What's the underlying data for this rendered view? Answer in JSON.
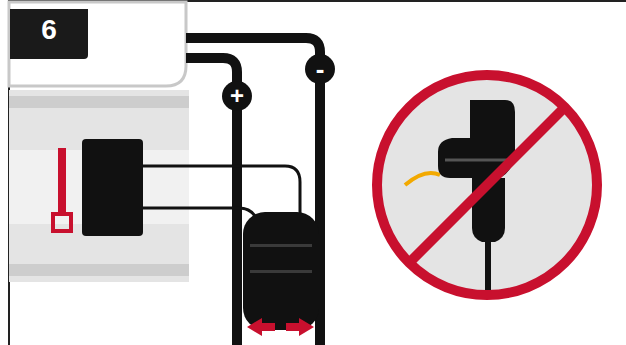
{
  "diagram": {
    "labels": [
      "6",
      "+",
      "-"
    ]
  }
}
